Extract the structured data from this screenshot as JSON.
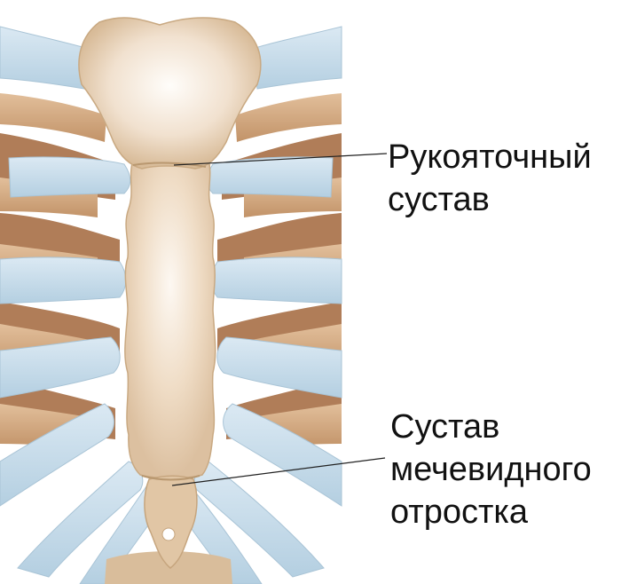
{
  "labels": {
    "manubriosternal": {
      "line1": "Рукояточный",
      "line2": "сустав"
    },
    "xiphisternal": {
      "line1": "Сустав",
      "line2": "мечевидного",
      "line3": "отростка"
    }
  },
  "colors": {
    "bone": "#e6cfb1",
    "bone_light": "#fbf4ec",
    "rib": "#d9b48e",
    "rib_shadow": "#a9744f",
    "cartilage": "#c6dcea",
    "leader_line": "#222222"
  }
}
